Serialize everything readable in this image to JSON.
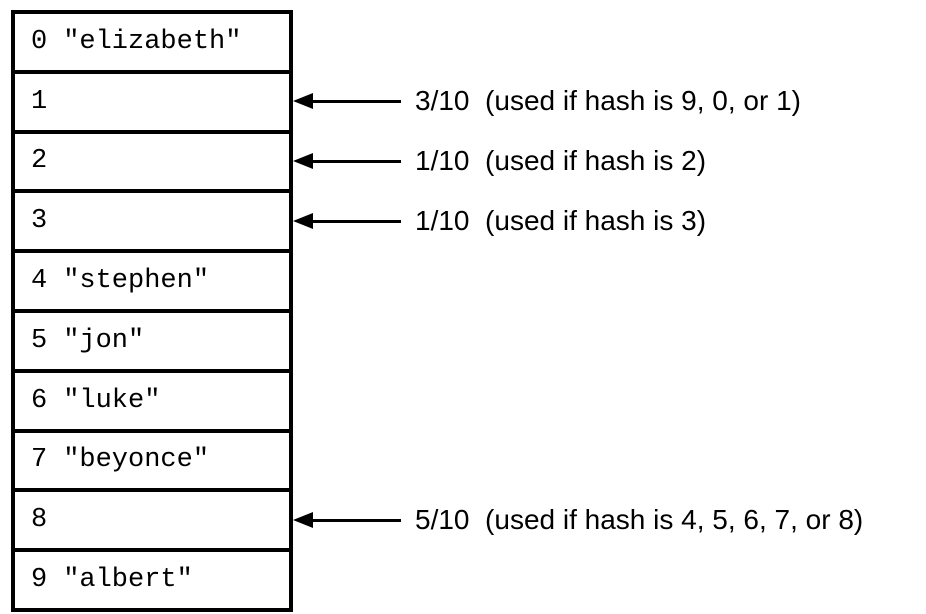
{
  "slots": [
    {
      "index": "0",
      "value": "\"elizabeth\""
    },
    {
      "index": "1",
      "value": ""
    },
    {
      "index": "2",
      "value": ""
    },
    {
      "index": "3",
      "value": ""
    },
    {
      "index": "4",
      "value": "\"stephen\""
    },
    {
      "index": "5",
      "value": "\"jon\""
    },
    {
      "index": "6",
      "value": "\"luke\""
    },
    {
      "index": "7",
      "value": "\"beyonce\""
    },
    {
      "index": "8",
      "value": ""
    },
    {
      "index": "9",
      "value": "\"albert\""
    }
  ],
  "pointers": [
    {
      "slot": 1,
      "label": "3/10  (used if hash is 9, 0, or 1)"
    },
    {
      "slot": 2,
      "label": "1/10  (used if hash is 2)"
    },
    {
      "slot": 3,
      "label": "1/10  (used if hash is 3)"
    },
    {
      "slot": 8,
      "label": "5/10  (used if hash is 4, 5, 6, 7, or 8)"
    }
  ]
}
